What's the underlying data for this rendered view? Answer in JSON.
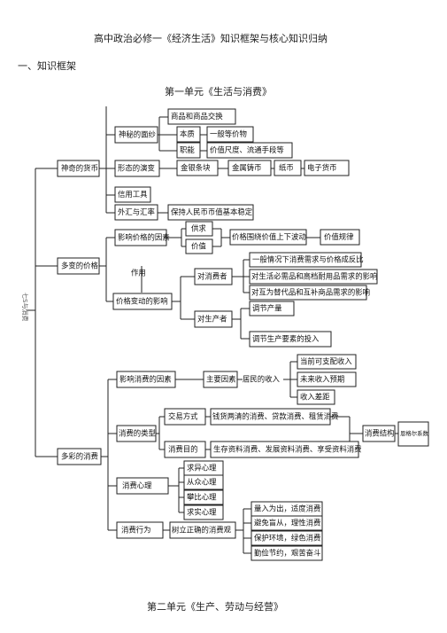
{
  "document": {
    "title": "高中政治必修一《经济生活》知识框架与核心知识归纳",
    "section": "一、知识框架",
    "unit1_title": "第一单元《生活与消费》",
    "unit2_title": "第二单元《生产、劳动与经营》",
    "side_note": "七S与消费"
  },
  "mindmap": {
    "roots": [
      "神奇的货币",
      "多变的价格",
      "多彩的消费"
    ],
    "money": {
      "mysterious": "神秘的面纱",
      "commodity_exchange": "商品和商品交换",
      "essence": "本质",
      "general_equiv": "一般等价物",
      "function": "职能",
      "functions_detail": "价值尺度、流通手段等",
      "form_evolution": "形态的演变",
      "metal_bar": "金银条块",
      "metal_coin": "金属铸币",
      "paper_money": "纸币",
      "e_money": "电子货币",
      "credit_tools": "信用工具",
      "forex": "外汇与汇率",
      "forex_detail": "保持人民币币值基本稳定"
    },
    "price": {
      "factors": "影响价格的因素",
      "supply_demand": "供求",
      "value": "价值",
      "fluctuate": "价格围绕价值上下波动",
      "law": "价值规律",
      "effect_label": "作用",
      "impact": "价格变动的影响",
      "on_consumers": "对消费者",
      "c1": "一般情况下消费需求与价格成反比",
      "c2": "对生活必需品和高档耐用品需求的影响",
      "c3": "对互为替代品和互补商品需求的影响",
      "on_producers": "对生产者",
      "p1": "调节产量",
      "p2": "调节生产要素的投入"
    },
    "consume": {
      "factors": "影响消费的因素",
      "main_factor": "主要因素",
      "income": "居民的收入",
      "i1": "当前可支配收入",
      "i2": "未来收入预期",
      "i3": "收入差距",
      "types": "消费的类型",
      "trade_mode": "交易方式",
      "trade_detail": "钱货两清的消费、贷款消费、租赁消费",
      "purpose": "消费目的",
      "purpose_detail": "生存资料消费、发展资料消费、享受资料消费",
      "structure": "消费结构",
      "engel": "恩格尔系数",
      "psychology": "消费心理",
      "psy": [
        "求异心理",
        "从众心理",
        "攀比心理",
        "求实心理"
      ],
      "behavior": "消费行为",
      "correct_view": "树立正确的消费观",
      "b": [
        "量入为出，适度消费",
        "避免盲从，理性消费",
        "保护环境，绿色消费",
        "勤俭节约，艰苦奋斗"
      ]
    }
  }
}
